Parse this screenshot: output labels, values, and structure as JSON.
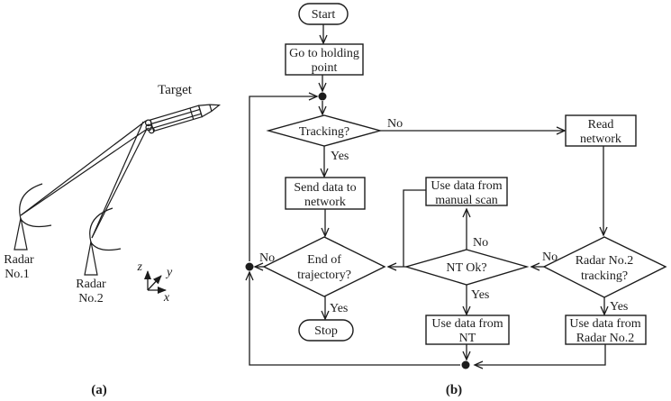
{
  "figure": {
    "panel_a": {
      "caption": "(a)",
      "target_label": "Target",
      "radar1": {
        "line1": "Radar",
        "line2": "No.1"
      },
      "radar2": {
        "line1": "Radar",
        "line2": "No.2"
      },
      "axes": {
        "x": "x",
        "y": "y",
        "z": "z"
      }
    },
    "panel_b": {
      "caption": "(b)",
      "nodes": {
        "start": "Start",
        "goto": [
          "Go to holding",
          "point"
        ],
        "tracking": "Tracking?",
        "send": [
          "Send data to",
          "network"
        ],
        "endtraj": [
          "End of",
          "trajectory?"
        ],
        "stop": "Stop",
        "read": [
          "Read",
          "network"
        ],
        "radar2q": [
          "Radar No.2",
          "tracking?"
        ],
        "ntok": "NT Ok?",
        "manual": [
          "Use data from",
          "manual scan"
        ],
        "usent": [
          "Use data from",
          "NT"
        ],
        "useradar2": [
          "Use data from",
          "Radar No.2"
        ]
      },
      "labels": {
        "tracking_yes": "Yes",
        "tracking_no": "No",
        "endtraj_yes": "Yes",
        "endtraj_no": "No",
        "ntok_yes": "Yes",
        "ntok_no": "No",
        "radar2_yes": "Yes",
        "radar2_no": "No"
      }
    },
    "colors": {
      "line": "#1c1c1c",
      "background": "#ffffff"
    }
  }
}
